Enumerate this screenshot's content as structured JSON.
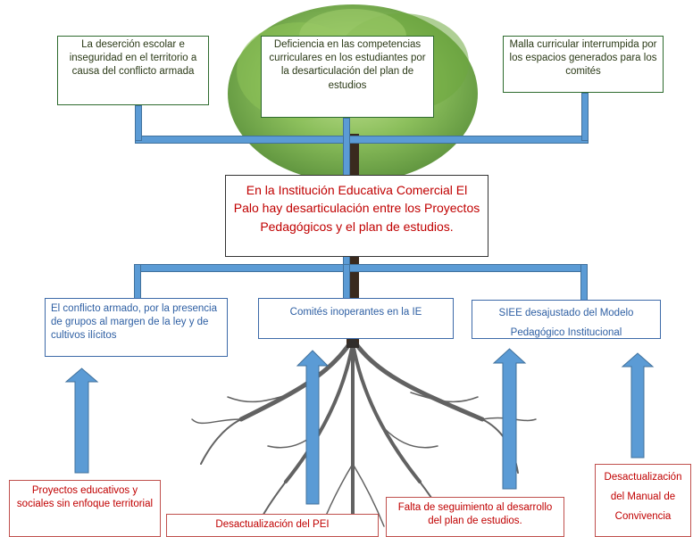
{
  "effects": [
    "La deserción escolar e inseguridad en el territorio a causa del conflicto armada",
    "Deficiencia en las competencias curriculares en los estudiantes por la desarticulación del plan de estudios",
    "Malla curricular interrumpida por los espacios generados para los comités"
  ],
  "central_problem": "En la Institución  Educativa Comercial El Palo hay  desarticulación entre los Proyectos Pedagógicos y  el plan de estudios.",
  "causes": [
    "El conflicto armado, por la presencia de grupos al margen de la ley y de cultivos ilícitos",
    "Comités inoperantes en  la IE",
    "SIEE desajustado del Modelo Pedagógico Institucional"
  ],
  "root_causes": [
    "Proyectos  educativos y sociales sin enfoque territorial",
    "Desactualización del PEI",
    "Falta de seguimiento al desarrollo del plan de estudios.",
    "Desactualización del Manual de Convivencia"
  ],
  "colors": {
    "connector": "#5b9bd5",
    "effect_border": "#2e6b2e",
    "cause_text": "#2e5fa3",
    "problem_text": "#c00000"
  }
}
